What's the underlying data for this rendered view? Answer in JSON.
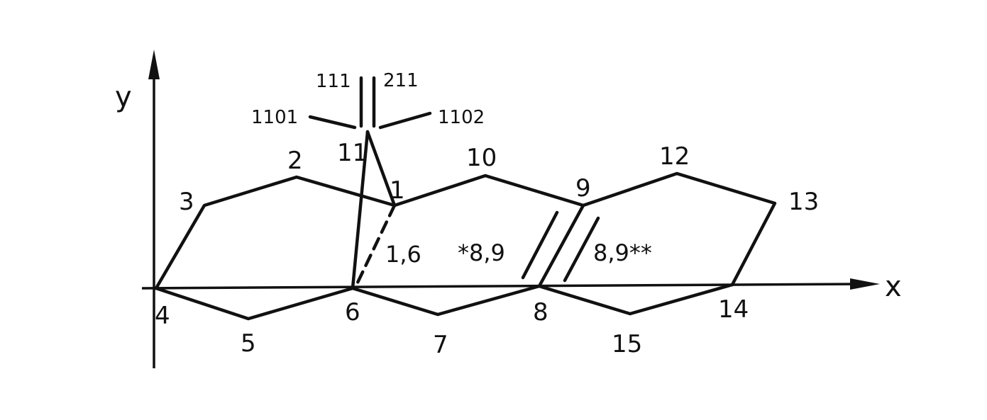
{
  "diagram": {
    "axes": {
      "x_label": "x",
      "y_label": "y"
    },
    "atom_labels": [
      "1",
      "2",
      "3",
      "4",
      "5",
      "6",
      "7",
      "8",
      "9",
      "10",
      "11",
      "12",
      "13",
      "14",
      "15"
    ],
    "bond_labels": {
      "b16": "1,6",
      "b89_star": "*8,9",
      "b89_double_star": "8,9**"
    },
    "substituent_labels": {
      "s111": "111",
      "s211": "211",
      "s1101": "1101",
      "s1102": "1102"
    },
    "colors": {
      "ink": "#111111",
      "background": "#ffffff"
    }
  }
}
